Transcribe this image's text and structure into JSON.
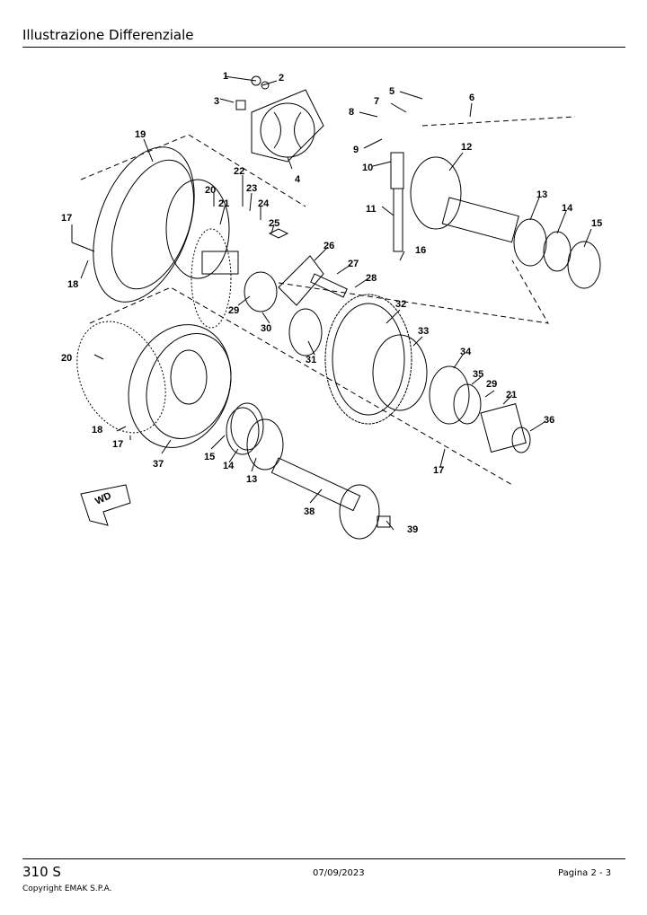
{
  "header": {
    "title": "Illustrazione  Differenziale"
  },
  "footer": {
    "model": "310 S",
    "date": "07/09/2023",
    "page": "Pagina 2 - 3",
    "copyright": "Copyright EMAK S.P.A."
  },
  "diagram": {
    "direction_label": "WD",
    "callouts": [
      "1",
      "2",
      "3",
      "4",
      "5",
      "6",
      "7",
      "8",
      "9",
      "10",
      "11",
      "12",
      "13",
      "14",
      "15",
      "16",
      "17",
      "18",
      "19",
      "20",
      "21",
      "22",
      "23",
      "24",
      "25",
      "26",
      "27",
      "28",
      "29",
      "30",
      "31",
      "32",
      "33",
      "34",
      "35",
      "36",
      "37",
      "38",
      "39"
    ]
  }
}
